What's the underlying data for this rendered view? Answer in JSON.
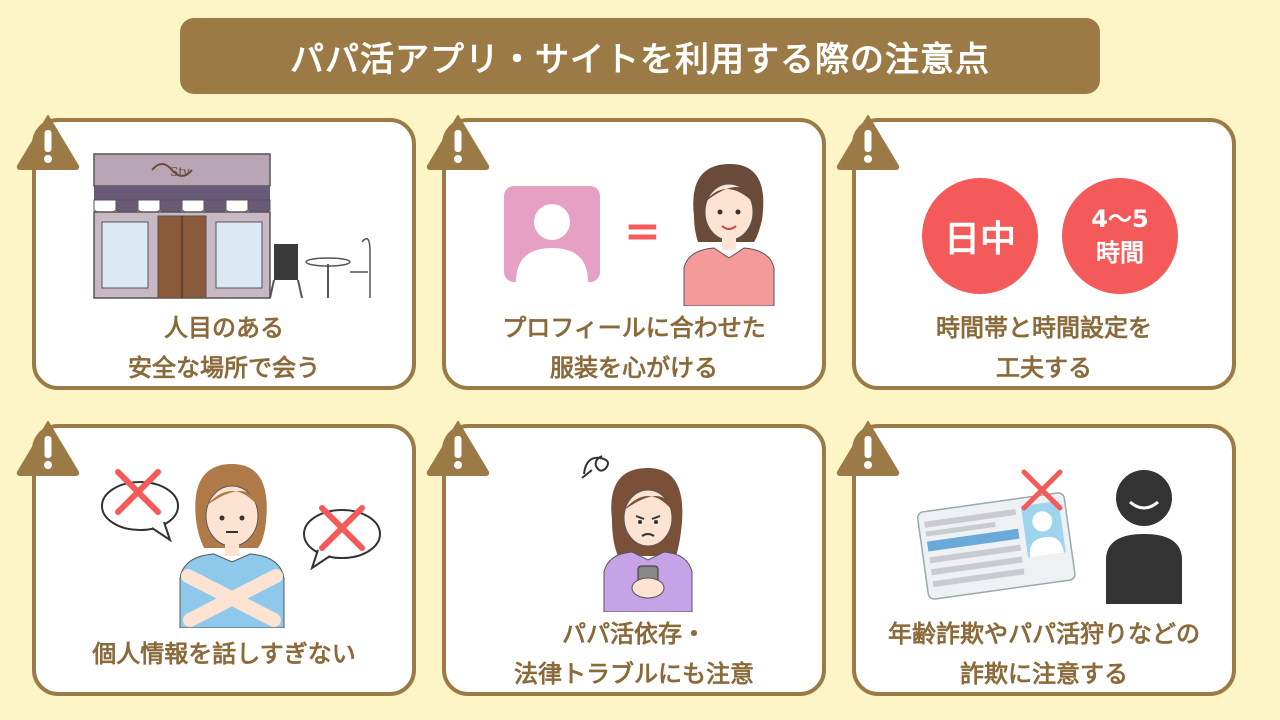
{
  "title": "パパ活アプリ・サイトを利用する際の注意点",
  "colors": {
    "background": "#fdf5c6",
    "brown": "#9c7a46",
    "caption": "#8a6a3a",
    "red": "#f45a5a"
  },
  "icons": [
    "warning-icon",
    "cross-mark-icon"
  ],
  "cards": [
    {
      "caption_lines": [
        "人目のある",
        "安全な場所で会う"
      ]
    },
    {
      "caption_lines": [
        "プロフィールに合わせた",
        "服装を心がける"
      ],
      "equals": "="
    },
    {
      "caption_lines": [
        "時間帯と時間設定を",
        "工夫する"
      ],
      "badge_left": "日中",
      "badge_right_line1": "4〜5",
      "badge_right_line2": "時間"
    },
    {
      "caption_lines": [
        "個人情報を話しすぎない"
      ]
    },
    {
      "caption_lines": [
        "パパ活依存・",
        "法律トラブルにも注意"
      ]
    },
    {
      "caption_lines": [
        "年齢詐欺やパパ活狩りなどの",
        "詐欺に注意する"
      ]
    }
  ]
}
